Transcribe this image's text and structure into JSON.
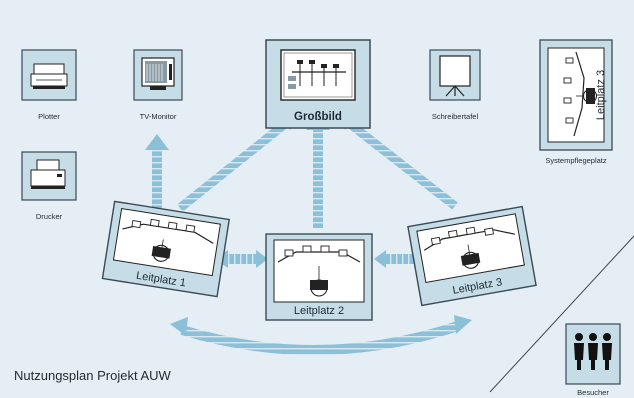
{
  "diagram": {
    "title": "Nutzungsplan Projekt AUW",
    "devices": {
      "plotter": "Plotter",
      "drucker": "Drucker",
      "tv_monitor": "TV-Monitor",
      "grossbild": "Großbild",
      "schreibertafel": "Schreibertafel",
      "systempflegeplatz": "Systempflegeplatz",
      "besucher": "Besucher"
    },
    "stations": {
      "leitplatz1": "Leitplatz 1",
      "leitplatz2": "Leitplatz 2",
      "leitplatz3": "Leitplatz 3",
      "leitplatz3_side": "Leitplatz 3"
    }
  },
  "colors": {
    "background": "#e4eef4",
    "panel": "#c6dde8",
    "panel_border": "#3a4a55",
    "arrow": "#8cc0d8",
    "text": "#1e2a33",
    "monitor_screen": "#8a9aa4"
  }
}
